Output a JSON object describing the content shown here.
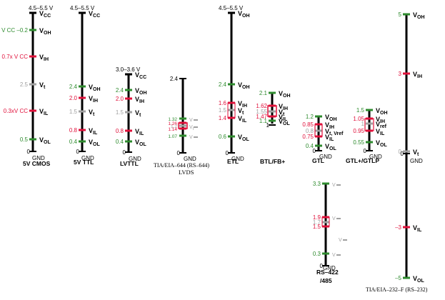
{
  "colors": {
    "axis": "#000000",
    "green": "#2e8b2e",
    "red": "#e0103a",
    "gray": "#a0a0a0"
  },
  "standards": [
    {
      "id": "5v-cmos",
      "name": "5V CMOS",
      "top_label": "4.5–5.5 V",
      "gnd_label": "GND",
      "levels": [
        {
          "id": "vcc",
          "sym": "V",
          "sub": "CC",
          "val": "",
          "color": "axis"
        },
        {
          "id": "voh",
          "sym": "V",
          "sub": "OH",
          "val": "V CC –0.2",
          "color": "green"
        },
        {
          "id": "vih",
          "sym": "V",
          "sub": "IH",
          "val": "0.7x V CC",
          "color": "red"
        },
        {
          "id": "vt",
          "sym": "V",
          "sub": "t",
          "val": "2.5",
          "color": "gray"
        },
        {
          "id": "vil",
          "sym": "V",
          "sub": "IL",
          "val": "0.3xV CC",
          "color": "red"
        },
        {
          "id": "vol",
          "sym": "V",
          "sub": "OL",
          "val": "0.5",
          "color": "green"
        },
        {
          "id": "gnd",
          "sym": "",
          "sub": "",
          "val": "0",
          "color": "axis"
        }
      ]
    },
    {
      "id": "5v-ttl",
      "name": "5V TTL",
      "top_label": "4.5–5.5 V",
      "gnd_label": "GND",
      "levels": [
        {
          "id": "vcc",
          "sym": "V",
          "sub": "CC",
          "val": "",
          "color": "axis"
        },
        {
          "id": "voh",
          "sym": "V",
          "sub": "OH",
          "val": "2.4",
          "color": "green"
        },
        {
          "id": "vih",
          "sym": "V",
          "sub": "IH",
          "val": "2.0",
          "color": "red"
        },
        {
          "id": "vt",
          "sym": "V",
          "sub": "t",
          "val": "1.5",
          "color": "gray"
        },
        {
          "id": "vil",
          "sym": "V",
          "sub": "IL",
          "val": "0.8",
          "color": "red"
        },
        {
          "id": "vol",
          "sym": "V",
          "sub": "OL",
          "val": "0.4",
          "color": "green"
        },
        {
          "id": "gnd",
          "sym": "",
          "sub": "",
          "val": "0",
          "color": "axis"
        }
      ]
    },
    {
      "id": "lvttl",
      "name": "LVTTL",
      "top_label": "3.0–3.6 V",
      "gnd_label": "GND",
      "levels": [
        {
          "id": "vcc",
          "sym": "V",
          "sub": "CC",
          "val": "",
          "color": "axis"
        },
        {
          "id": "voh",
          "sym": "V",
          "sub": "OH",
          "val": "2.4",
          "color": "green"
        },
        {
          "id": "vih",
          "sym": "V",
          "sub": "IH",
          "val": "2.0",
          "color": "red"
        },
        {
          "id": "vt",
          "sym": "V",
          "sub": "t",
          "val": "1.5",
          "color": "gray"
        },
        {
          "id": "vil",
          "sym": "V",
          "sub": "IL",
          "val": "0.8",
          "color": "red"
        },
        {
          "id": "vol",
          "sym": "V",
          "sub": "OL",
          "val": "0.4",
          "color": "green"
        },
        {
          "id": "gnd",
          "sym": "",
          "sub": "",
          "val": "0",
          "color": "axis"
        }
      ]
    },
    {
      "id": "lvds",
      "name": "TIA/EIA–644 (RS–644)",
      "name2": "LVDS",
      "top_label": "",
      "gnd_label": "GND",
      "levels": [
        {
          "id": "top",
          "sym": "",
          "sub": "",
          "val": "2.4",
          "color": "axis"
        },
        {
          "id": "v132",
          "sym": "V",
          "sub": "",
          "val": "1.32",
          "color": "green"
        },
        {
          "id": "v126",
          "sym": "",
          "sub": "",
          "val": "1.26",
          "color": "red"
        },
        {
          "id": "v12",
          "sym": "V",
          "sub": "t",
          "val": "1.2",
          "color": "gray"
        },
        {
          "id": "v114",
          "sym": "",
          "sub": "",
          "val": "1.14",
          "color": "red"
        },
        {
          "id": "v107",
          "sym": "V",
          "sub": "",
          "val": "1.07",
          "color": "green"
        },
        {
          "id": "gnd",
          "sym": "",
          "sub": "",
          "val": "0",
          "color": "axis"
        }
      ]
    },
    {
      "id": "etl",
      "name": "ETL",
      "top_label": "4.5–5.5 V",
      "gnd_label": "GND",
      "levels": [
        {
          "id": "voh_top",
          "sym": "V",
          "sub": "OH",
          "val": "",
          "color": "axis"
        },
        {
          "id": "voh",
          "sym": "V",
          "sub": "OH",
          "val": "2.4",
          "color": "green"
        },
        {
          "id": "vih",
          "sym": "V",
          "sub": "IH",
          "val": "1.6",
          "color": "red"
        },
        {
          "id": "vt",
          "sym": "V",
          "sub": "t",
          "val": "1.5",
          "color": "gray"
        },
        {
          "id": "vil",
          "sym": "V",
          "sub": "IL",
          "val": "1.4",
          "color": "red"
        },
        {
          "id": "vol",
          "sym": "V",
          "sub": "OL",
          "val": "0.6",
          "color": "green"
        },
        {
          "id": "gnd",
          "sym": "",
          "sub": "",
          "val": "0",
          "color": "axis"
        }
      ]
    },
    {
      "id": "btl",
      "name": "BTL/FB+",
      "top_label": "",
      "gnd_label": "",
      "levels": [
        {
          "id": "voh",
          "sym": "V",
          "sub": "OH",
          "val": "2.1",
          "color": "green"
        },
        {
          "id": "vih",
          "sym": "V",
          "sub": "IH",
          "val": "1.62",
          "color": "red"
        },
        {
          "id": "vt",
          "sym": "V",
          "sub": "t",
          "val": "1.55",
          "color": "gray"
        },
        {
          "id": "vil",
          "sym": "V",
          "sub": "IL",
          "val": "1.47",
          "color": "red"
        },
        {
          "id": "vol",
          "sym": "V",
          "sub": "OL",
          "val": "1.1",
          "color": "green"
        },
        {
          "id": "one",
          "sym": "",
          "sub": "",
          "val": "1",
          "color": "axis"
        }
      ]
    },
    {
      "id": "gtl",
      "name": "GTL",
      "top_label": "",
      "gnd_label": "GND",
      "levels": [
        {
          "id": "voh",
          "sym": "V",
          "sub": "OH",
          "val": "1.2",
          "color": "green"
        },
        {
          "id": "vih",
          "sym": "V",
          "sub": "IH",
          "val": "0.85",
          "color": "red"
        },
        {
          "id": "vt",
          "sym": "V",
          "sub": "t, Vref",
          "val": "0.8",
          "color": "gray"
        },
        {
          "id": "vil",
          "sym": "V",
          "sub": "IL",
          "val": "0.75",
          "color": "red"
        },
        {
          "id": "vol",
          "sym": "V",
          "sub": "OL",
          "val": "0.4",
          "color": "green"
        },
        {
          "id": "gnd",
          "sym": "",
          "sub": "",
          "val": "0",
          "color": "axis"
        }
      ]
    },
    {
      "id": "gtlp",
      "name": "GTL+/GTLP",
      "top_label": "",
      "gnd_label": "GND",
      "levels": [
        {
          "id": "voh",
          "sym": "V",
          "sub": "OH",
          "val": "1.5",
          "color": "green"
        },
        {
          "id": "vih",
          "sym": "V",
          "sub": "IH",
          "val": "1.05",
          "color": "red"
        },
        {
          "id": "vref",
          "sym": "V",
          "sub": "ref",
          "val": "1",
          "color": "gray"
        },
        {
          "id": "vil",
          "sym": "V",
          "sub": "IL",
          "val": "0.95",
          "color": "red"
        },
        {
          "id": "vol",
          "sym": "V",
          "sub": "OL",
          "val": "0.55",
          "color": "green"
        },
        {
          "id": "gnd",
          "sym": "",
          "sub": "",
          "val": "0",
          "color": "axis"
        }
      ]
    },
    {
      "id": "rs422",
      "name": "RS–422",
      "name2": "/485",
      "top_label": "",
      "gnd_label": "GND",
      "levels": [
        {
          "id": "v33",
          "sym": "V",
          "sub": "",
          "val": "3.3",
          "color": "green"
        },
        {
          "id": "v19",
          "sym": "V",
          "sub": "",
          "val": "1.9",
          "color": "red"
        },
        {
          "id": "v17",
          "sym": "",
          "sub": "",
          "val": "1.7",
          "color": "gray"
        },
        {
          "id": "v15",
          "sym": "",
          "sub": "",
          "val": "1.5",
          "color": "red"
        },
        {
          "id": "vnote",
          "sym": "V",
          "sub": "",
          "val": "",
          "color": "red"
        },
        {
          "id": "v03",
          "sym": "V",
          "sub": "",
          "val": "0.3",
          "color": "green"
        },
        {
          "id": "gnd",
          "sym": "",
          "sub": "",
          "val": "0",
          "color": "axis"
        }
      ]
    },
    {
      "id": "rs232",
      "name": "TIA/EIA–232–F (RS–232)",
      "top_label": "",
      "gnd_label": "GND",
      "levels": [
        {
          "id": "voh",
          "sym": "V",
          "sub": "OH",
          "val": "5",
          "color": "green"
        },
        {
          "id": "vih",
          "sym": "V",
          "sub": "IH",
          "val": "3",
          "color": "red"
        },
        {
          "id": "vt",
          "sym": "V",
          "sub": "t",
          "val": "0",
          "color": "gray"
        },
        {
          "id": "gnd",
          "sym": "",
          "sub": "",
          "val": "0",
          "color": "axis"
        },
        {
          "id": "vil",
          "sym": "V",
          "sub": "IL",
          "val": "–3",
          "color": "red"
        },
        {
          "id": "vol",
          "sym": "V",
          "sub": "OL",
          "val": "–5",
          "color": "green"
        }
      ]
    }
  ]
}
